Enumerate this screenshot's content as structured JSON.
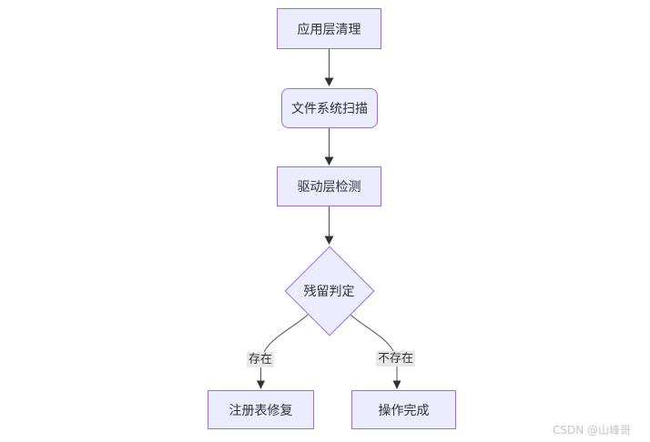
{
  "diagram": {
    "type": "flowchart",
    "direction": "top-down",
    "nodes": [
      {
        "id": "app-cleanup",
        "label": "应用层清理",
        "shape": "rectangle"
      },
      {
        "id": "fs-scan",
        "label": "文件系统扫描",
        "shape": "rounded-rectangle"
      },
      {
        "id": "driver-detect",
        "label": "驱动层检测",
        "shape": "rectangle"
      },
      {
        "id": "residue-judge",
        "label": "残留判定",
        "shape": "diamond"
      },
      {
        "id": "registry-repair",
        "label": "注册表修复",
        "shape": "rectangle"
      },
      {
        "id": "operation-done",
        "label": "操作完成",
        "shape": "rectangle"
      }
    ],
    "edges": [
      {
        "from": "app-cleanup",
        "to": "fs-scan",
        "label": ""
      },
      {
        "from": "fs-scan",
        "to": "driver-detect",
        "label": ""
      },
      {
        "from": "driver-detect",
        "to": "residue-judge",
        "label": ""
      },
      {
        "from": "residue-judge",
        "to": "registry-repair",
        "label": "存在"
      },
      {
        "from": "residue-judge",
        "to": "operation-done",
        "label": "不存在"
      }
    ],
    "colors": {
      "background": "#FFFFFF",
      "node_fill": "#ECECFF",
      "node_border": "#9370DB",
      "node_text": "#333333",
      "edge_line": "#555555",
      "arrowhead": "#333333",
      "edge_label_bg": "#E8E8E8",
      "edge_label_text": "#333333"
    }
  },
  "watermark": {
    "text": "CSDN @山峰哥",
    "color": "#C4C4C4"
  }
}
